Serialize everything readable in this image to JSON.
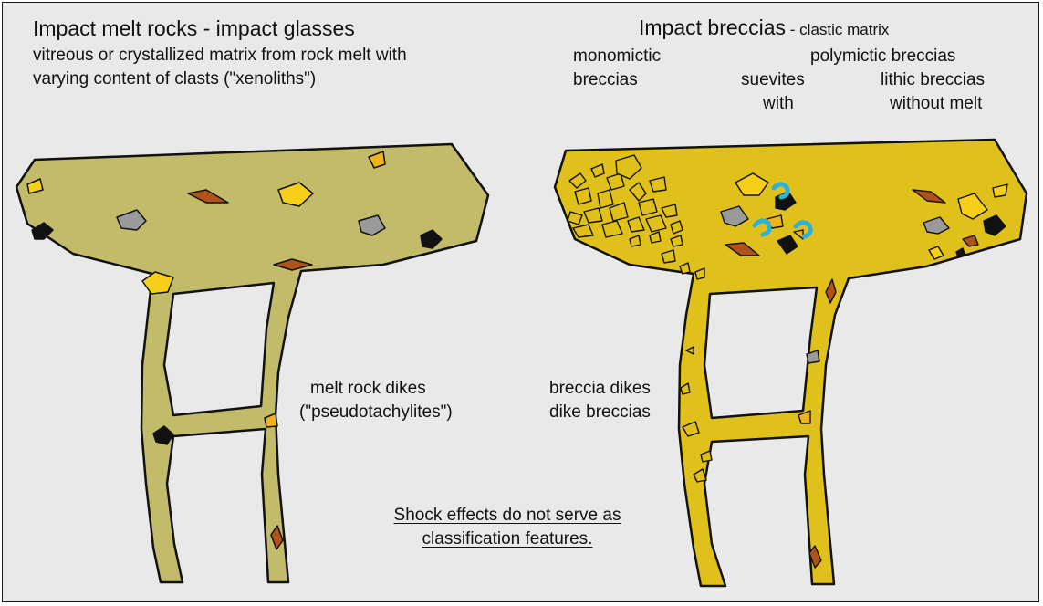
{
  "left_panel": {
    "title": "Impact melt rocks - impact glasses",
    "description_line1": "vitreous or crystallized matrix from rock melt with",
    "description_line2": "varying content of clasts (\"xenoliths\")",
    "dike_label_line1": "melt rock dikes",
    "dike_label_line2": "(\"pseudotachylites\")",
    "body_color": "#c1bb6a"
  },
  "right_panel": {
    "title_main": "Impact breccias",
    "title_sub": " - clastic matrix",
    "monomictic_line1": "monomictic",
    "monomictic_line2": "breccias",
    "polymictic": "polymictic breccias",
    "suevites_line1": "suevites",
    "suevites_line2": "with",
    "lithic_line1": "lithic breccias",
    "lithic_line2": "without melt",
    "dike_label_line1": "breccia dikes",
    "dike_label_line2": "dike breccias",
    "body_color": "#e0c01a"
  },
  "note_line1": "Shock effects do not serve as",
  "note_line2": "classification features.",
  "clast_colors": {
    "yellow": "#f7cf1a",
    "gray": "#9a9a9a",
    "brown": "#b0531a",
    "black": "#111111",
    "orange": "#f2b21a",
    "melt_swirl": "#2bb2d6"
  }
}
